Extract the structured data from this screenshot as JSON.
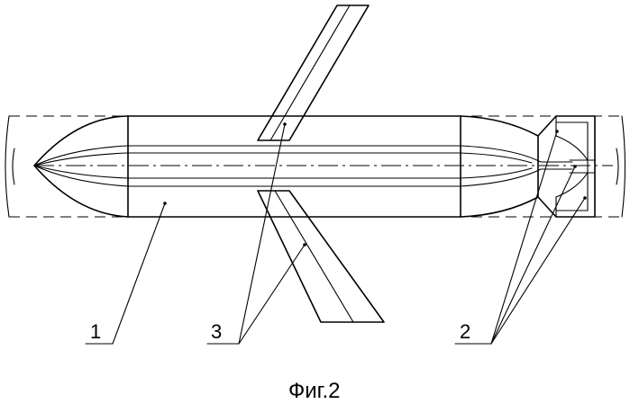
{
  "labels": {
    "body": "1",
    "nozzle_parts": "2",
    "wings": "3"
  },
  "caption": "Фиг.2"
}
